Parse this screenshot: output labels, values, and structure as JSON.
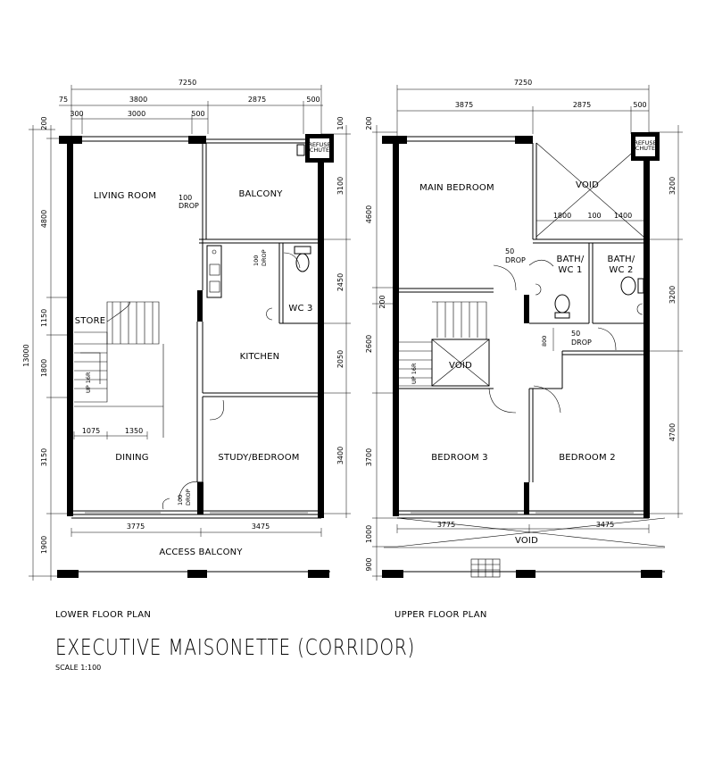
{
  "title": "EXECUTIVE MAISONETTE (CORRIDOR)",
  "scale": "SCALE   1:100",
  "lower": {
    "caption": "LOWER FLOOR PLAN",
    "rooms": {
      "living": "LIVING ROOM",
      "balcony": "BALCONY",
      "store": "STORE",
      "wc3": "WC 3",
      "kitchen": "KITCHEN",
      "dining": "DINING",
      "study": "STUDY/BEDROOM",
      "access": "ACCESS BALCONY",
      "refuse": "REFUSE CHUTE",
      "up": "UP 16R"
    },
    "drops": {
      "living_balcony": [
        "100",
        "DROP"
      ],
      "wc": [
        "100",
        "DROP"
      ],
      "entrance": [
        "100",
        "DROP"
      ]
    },
    "dims": {
      "total_width": "7250",
      "top_left": "3800",
      "top_mid": "2875",
      "top_right": "500",
      "sub_75": "75",
      "sub_300": "300",
      "sub_3000": "3000",
      "sub_500": "500",
      "bottom_left": "3775",
      "bottom_right": "3475",
      "dining_1075": "1075",
      "dining_1350": "1350",
      "left_200": "200",
      "left_4800": "4800",
      "left_1150": "1150",
      "left_1800": "1800",
      "left_3150": "3150",
      "left_1900": "1900",
      "left_total": "13000",
      "right_100": "100",
      "right_3100": "3100",
      "right_2450": "2450",
      "right_2050": "2050",
      "right_3400": "3400"
    }
  },
  "upper": {
    "caption": "UPPER FLOOR PLAN",
    "rooms": {
      "main": "MAIN BEDROOM",
      "void_top": "VOID",
      "bath1": [
        "BATH/",
        "WC 1"
      ],
      "bath2": [
        "BATH/",
        "WC 2"
      ],
      "void_stair": "VOID",
      "bedroom3": "BEDROOM 3",
      "bedroom2": "BEDROOM 2",
      "void_bottom": "VOID",
      "refuse": "REFUSE CHUTE",
      "up": "UP 16R"
    },
    "drops": {
      "main": [
        "50",
        "DROP"
      ],
      "corridor": [
        "50",
        "DROP"
      ]
    },
    "dims": {
      "total_width": "7250",
      "top_left": "3875",
      "top_mid": "2875",
      "top_right": "500",
      "void_1800": "1800",
      "void_100": "100",
      "void_1400": "1400",
      "bottom_left": "3775",
      "bottom_right": "3475",
      "left_200_top": "200",
      "left_4600": "4600",
      "left_200_mid": "200",
      "left_2600": "2600",
      "left_3700": "3700",
      "left_1000": "1000",
      "left_900": "900",
      "right_3200_a": "3200",
      "right_3200_b": "3200",
      "right_4700": "4700",
      "corr_800": "800"
    }
  }
}
